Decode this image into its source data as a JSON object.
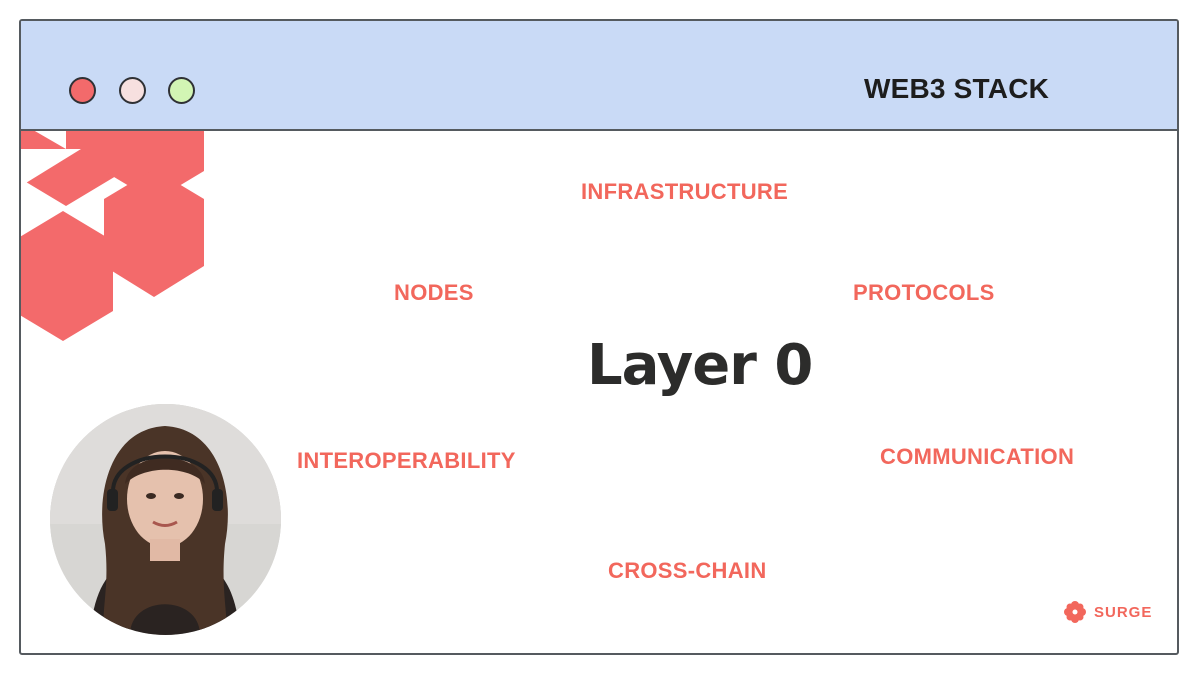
{
  "window": {
    "title": "WEB3 STACK",
    "controls": [
      {
        "name": "close",
        "color": "#f36a6b"
      },
      {
        "name": "minimize",
        "color": "#f7e0df"
      },
      {
        "name": "maximize",
        "color": "#d2f5b4"
      }
    ],
    "titlebar_color": "#c9daf6"
  },
  "slide": {
    "headline": "Layer 0",
    "keywords": {
      "infrastructure": "INFRASTRUCTURE",
      "nodes": "NODES",
      "protocols": "PROTOCOLS",
      "interoperability": "INTEROPERABILITY",
      "communication": "COMMUNICATION",
      "cross_chain": "CROSS-CHAIN"
    },
    "accent_color": "#f2675c",
    "text_color": "#2c2c2b"
  },
  "brand": {
    "label": "SURGE",
    "icon": "gear-flower-icon"
  },
  "presenter": {
    "icon": "presenter-video-avatar"
  }
}
